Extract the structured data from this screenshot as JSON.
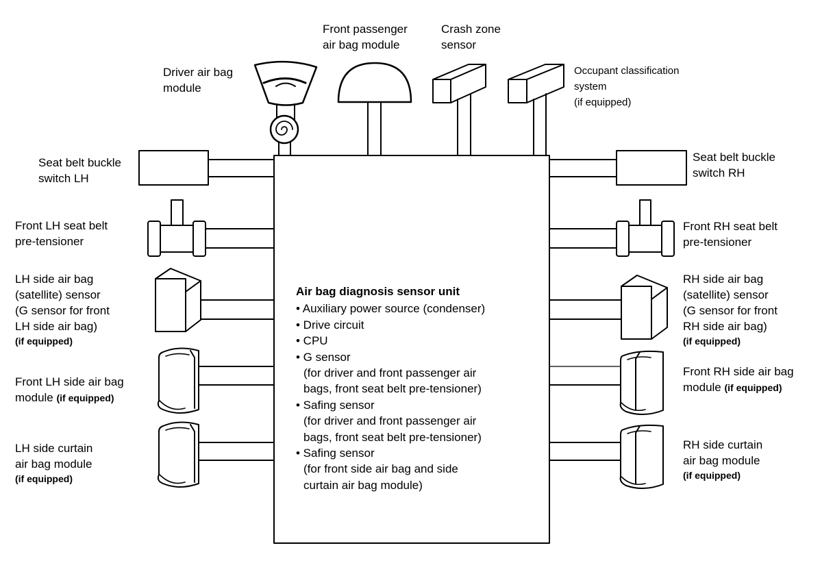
{
  "labels": {
    "front_passenger": [
      "Front passenger",
      "air bag module"
    ],
    "crash_zone": [
      "Crash zone",
      "sensor"
    ],
    "driver": [
      "Driver air bag",
      "module"
    ],
    "occupant": [
      "Occupant classification",
      "system",
      "(if equipped)"
    ],
    "buckle_lh": [
      "Seat belt buckle",
      "switch LH"
    ],
    "buckle_rh": [
      "Seat belt buckle",
      "switch RH"
    ],
    "pretensioner_lh": [
      "Front LH seat belt",
      "pre-tensioner"
    ],
    "pretensioner_rh": [
      "Front RH seat belt",
      "pre-tensioner"
    ],
    "satellite_lh": [
      "LH side air bag",
      "(satellite) sensor",
      "(G sensor for front",
      "LH side air bag)",
      "(if equipped)"
    ],
    "satellite_rh": [
      "RH side air bag",
      "(satellite) sensor",
      "(G sensor for front",
      "RH side air bag)",
      "(if equipped)"
    ],
    "side_airbag_lh": [
      "Front LH side air bag",
      "module",
      "(if equipped)"
    ],
    "side_airbag_rh": [
      "Front RH side air bag",
      "module",
      "(if equipped)"
    ],
    "curtain_lh": [
      "LH side curtain",
      "air bag module",
      "(if equipped)"
    ],
    "curtain_rh": [
      "RH side curtain",
      "air bag module",
      "(if equipped)"
    ]
  },
  "unit": {
    "title": "Air bag diagnosis sensor unit",
    "items": [
      {
        "text": "• Auxiliary power source (condenser)",
        "sub": []
      },
      {
        "text": "• Drive circuit",
        "sub": []
      },
      {
        "text": "• CPU",
        "sub": []
      },
      {
        "text": "• G sensor",
        "sub": [
          "(for driver and front passenger air",
          "bags, front seat belt pre-tensioner)"
        ]
      },
      {
        "text": "• Safing sensor",
        "sub": [
          "(for driver and front passenger air",
          "bags, front seat belt pre-tensioner)"
        ]
      },
      {
        "text": "• Safing sensor",
        "sub": [
          "(for front side air bag and side",
          "curtain air bag module)"
        ]
      }
    ]
  },
  "colors": {
    "line": "#000000",
    "background": "#ffffff"
  }
}
